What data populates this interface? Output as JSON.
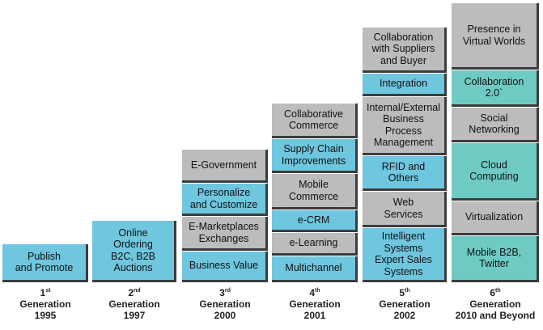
{
  "columns": [
    {
      "boxes": [
        {
          "text": "Publish\nand Promote",
          "color": "#6fc6df"
        }
      ],
      "label": {
        "num": "1",
        "suffix": "st",
        "word": "Generation",
        "year": "1995"
      }
    },
    {
      "boxes": [
        {
          "text": "Online\nOrdering\nB2C, B2B\nAuctions",
          "color": "#6fc6df"
        }
      ],
      "label": {
        "num": "2",
        "suffix": "nd",
        "word": "Generation",
        "year": "1997"
      }
    },
    {
      "boxes": [
        {
          "text": "E-Government",
          "color": "#bcbcbe"
        },
        {
          "text": "Personalize\nand Customize",
          "color": "#6fc6df"
        },
        {
          "text": "E-Marketplaces\nExchanges",
          "color": "#bcbcbe"
        },
        {
          "text": "Business Value",
          "color": "#6fc6df"
        }
      ],
      "label": {
        "num": "3",
        "suffix": "rd",
        "word": "Generation",
        "year": "2000"
      }
    },
    {
      "boxes": [
        {
          "text": "Collaborative\nCommerce",
          "color": "#bcbcbe"
        },
        {
          "text": "Supply Chain\nImprovements",
          "color": "#6fc6df"
        },
        {
          "text": "Mobile\nCommerce",
          "color": "#bcbcbe"
        },
        {
          "text": "e-CRM",
          "color": "#6fc6df"
        },
        {
          "text": "e-Learning",
          "color": "#bcbcbe"
        },
        {
          "text": "Multichannel",
          "color": "#6fc6df"
        }
      ],
      "label": {
        "num": "4",
        "suffix": "th",
        "word": "Generation",
        "year": "2001"
      }
    },
    {
      "boxes": [
        {
          "text": "Collaboration\nwith Suppliers\nand Buyer",
          "color": "#bcbcbe"
        },
        {
          "text": "Integration",
          "color": "#6fc6df"
        },
        {
          "text": "Internal/External\nBusiness\nProcess\nManagement",
          "color": "#bcbcbe"
        },
        {
          "text": "RFID and\nOthers",
          "color": "#6fc6df"
        },
        {
          "text": "Web\nServices",
          "color": "#bcbcbe"
        },
        {
          "text": "Intelligent\nSystems\nExpert Sales\nSystems",
          "color": "#6fc6df"
        }
      ],
      "label": {
        "num": "5",
        "suffix": "th",
        "word": "Generation",
        "year": "2002"
      }
    },
    {
      "boxes": [
        {
          "text": "Presence in\nVirtual Worlds",
          "color": "#bcbcbe"
        },
        {
          "text": "Collaboration\n2.0`",
          "color": "#6ecbc4"
        },
        {
          "text": "Social\nNetworking",
          "color": "#bcbcbe"
        },
        {
          "text": "Cloud\nComputing",
          "color": "#6ecbc4"
        },
        {
          "text": "Virtualization",
          "color": "#bcbcbe"
        },
        {
          "text": "Mobile B2B,\nTwitter",
          "color": "#6ecbc4"
        }
      ],
      "label": {
        "num": "6",
        "suffix": "th",
        "word": "Generation",
        "year": "2010 and Beyond"
      }
    }
  ]
}
